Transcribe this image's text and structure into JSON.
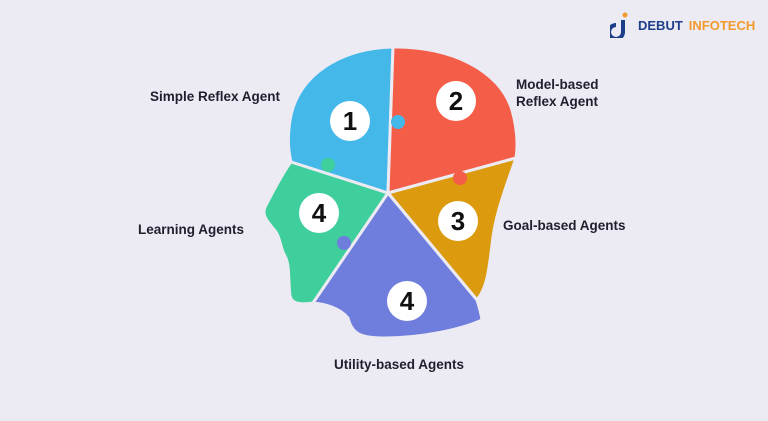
{
  "logo": {
    "brand": "DEBUT",
    "brand_suffix": "INFOTECH"
  },
  "colors": {
    "background": "#eceaf3",
    "simple_reflex": "#45b8ea",
    "model_based": "#f45d48",
    "goal_based": "#dc9a0e",
    "learning": "#3fcf9c",
    "utility": "#6f7ddc"
  },
  "segments": [
    {
      "number": "1",
      "label": "Simple Reflex Agent"
    },
    {
      "number": "2",
      "label_line1": "Model-based",
      "label_line2": "Reflex Agent"
    },
    {
      "number": "3",
      "label": "Goal-based Agents"
    },
    {
      "number": "4",
      "label": "Learning Agents"
    },
    {
      "number": "4",
      "label": "Utility-based Agents"
    }
  ]
}
